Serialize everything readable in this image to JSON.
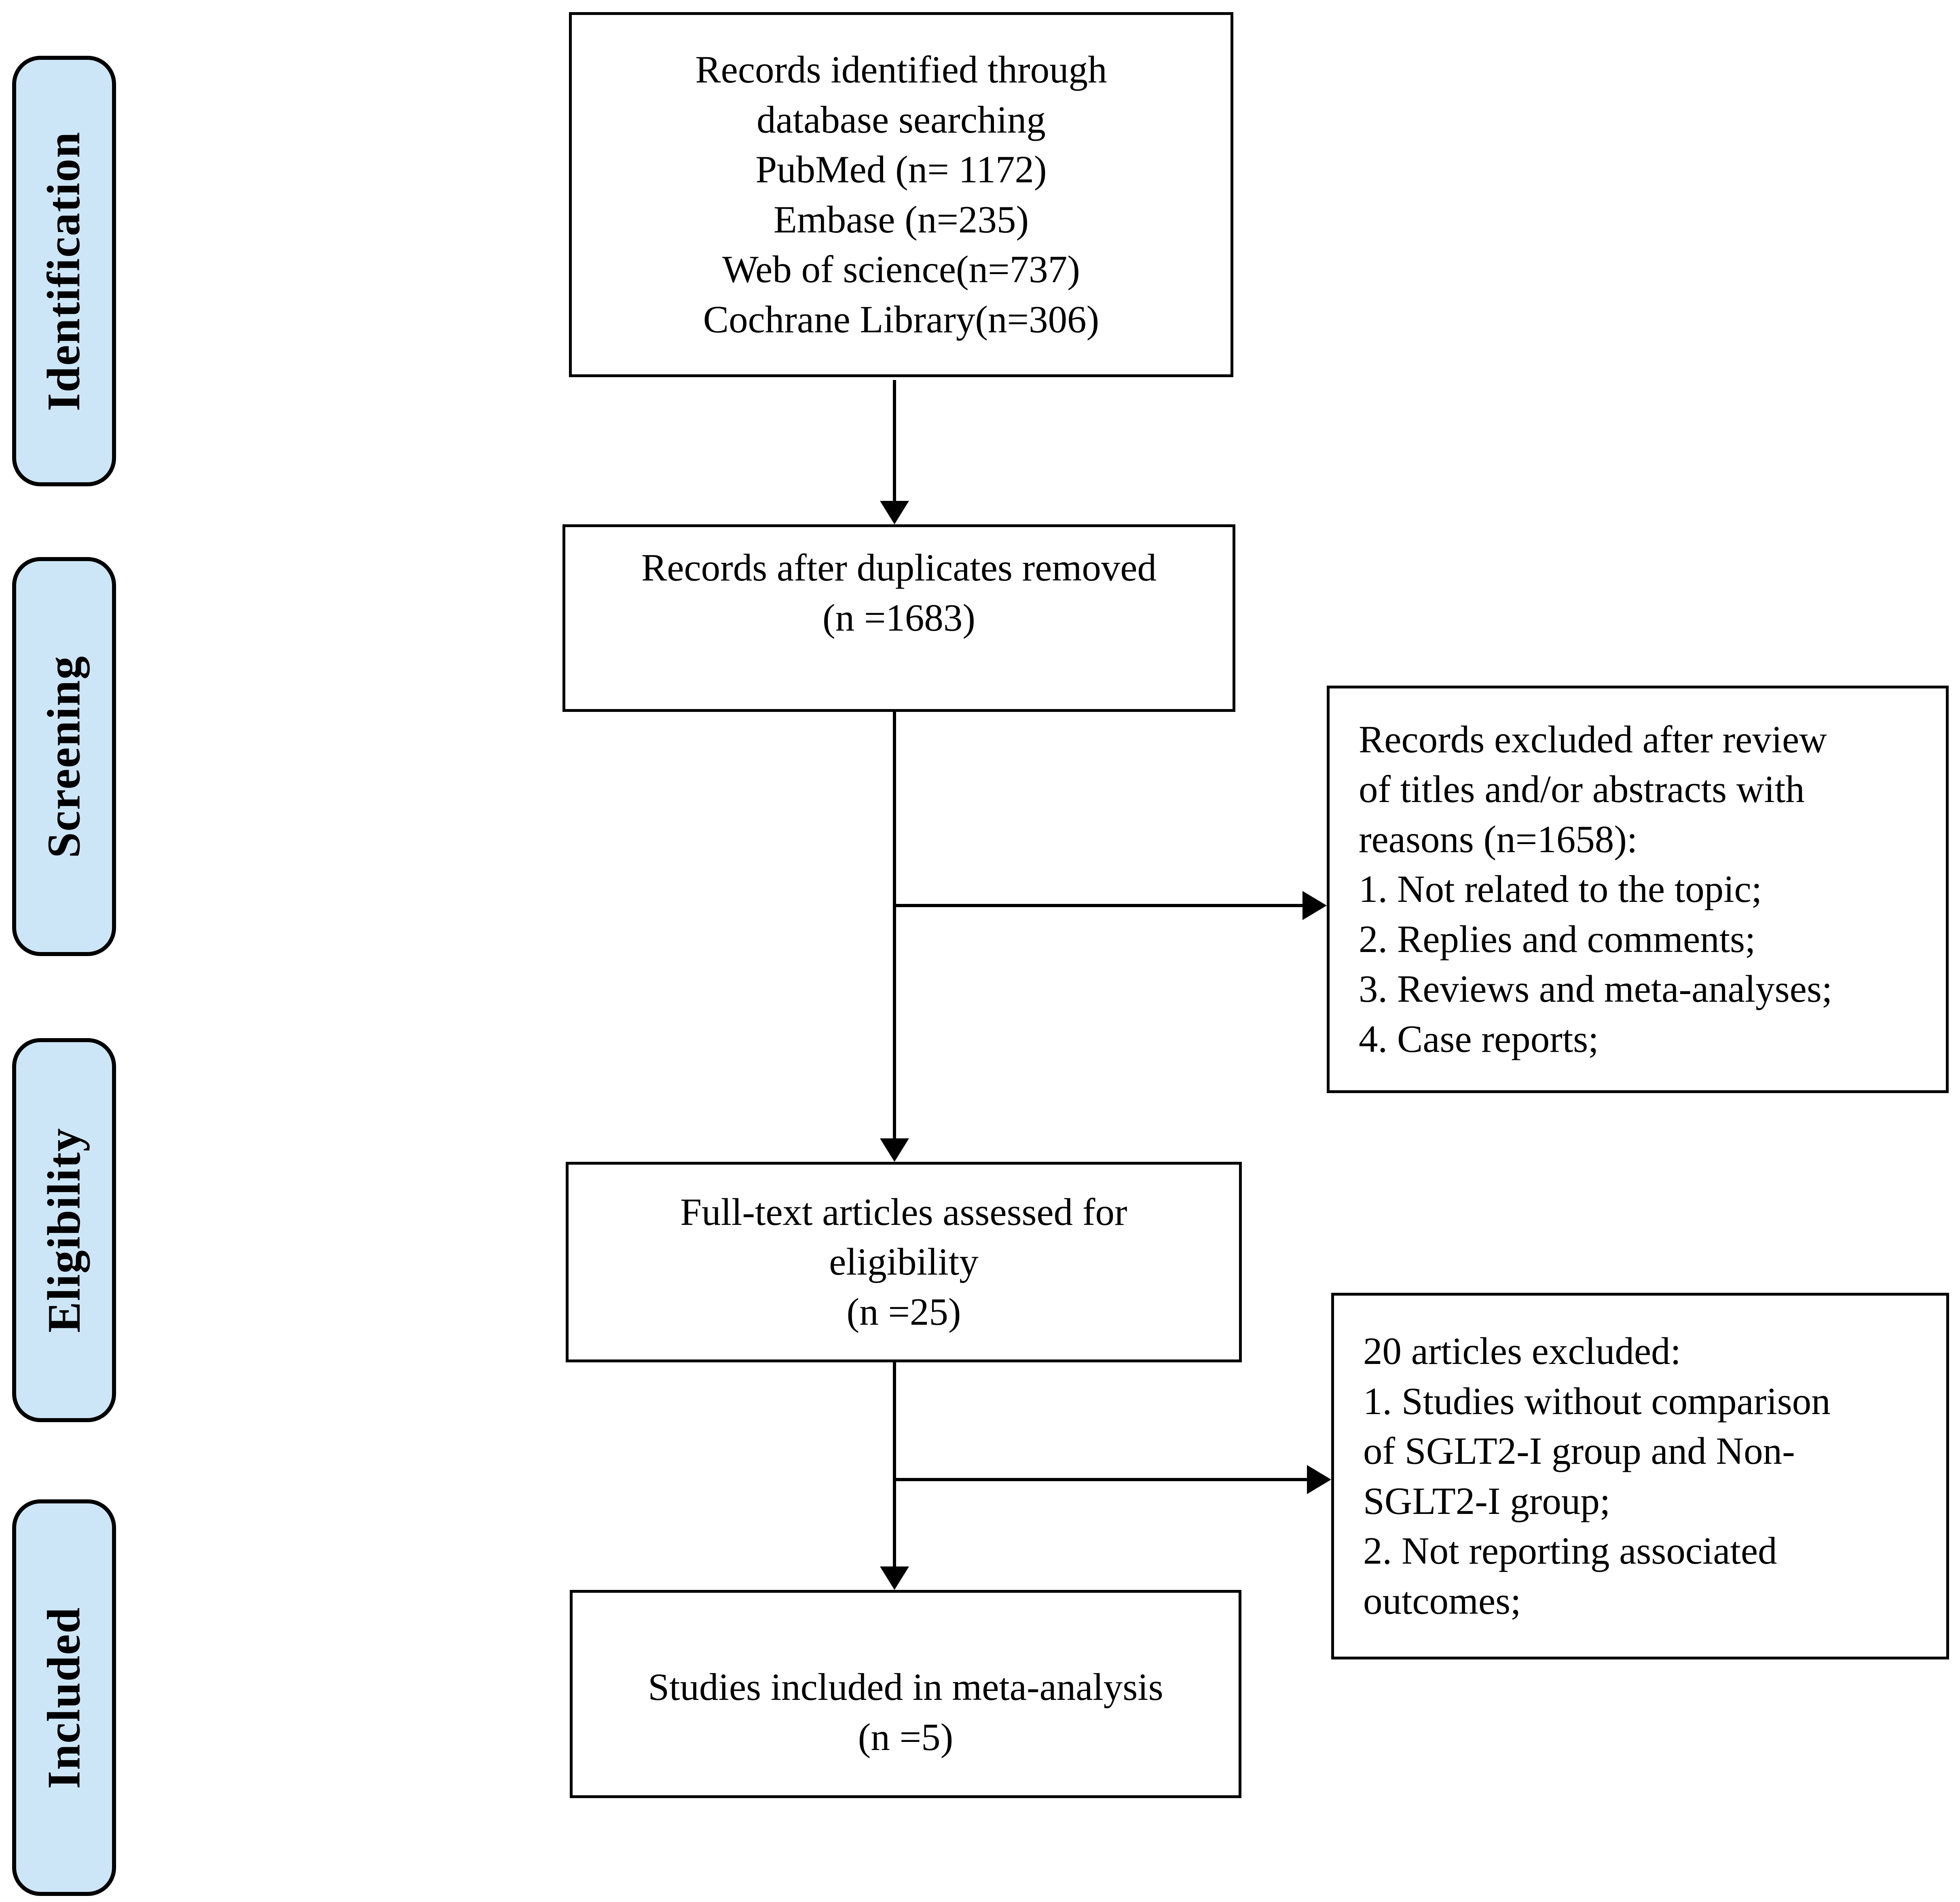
{
  "diagram": {
    "stages": [
      {
        "label": "Identification"
      },
      {
        "label": "Screening"
      },
      {
        "label": "Eligibility"
      },
      {
        "label": "Included"
      }
    ],
    "boxes": {
      "identified": "Records identified through\ndatabase searching\nPubMed (n= 1172)\nEmbase (n=235)\nWeb of science(n=737)\nCochrane Library(n=306)",
      "after_duplicates": "Records after duplicates removed\n(n =1683)",
      "excluded_screening": "Records excluded after review\nof titles and/or abstracts with\nreasons (n=1658):\n1. Not related to the topic;\n2. Replies and comments;\n3. Reviews and meta-analyses;\n4. Case reports;",
      "full_text": "Full-text articles assessed for\neligibility\n(n =25)",
      "excluded_fulltext": "20 articles excluded:\n1. Studies without comparison\nof SGLT2-I group and Non-\nSGLT2-I group;\n2. Not reporting associated\noutcomes;",
      "included_meta": "Studies included in meta-analysis\n(n =5)"
    },
    "colors": {
      "stage_fill": "#cde6f7",
      "stroke": "#000000",
      "box_fill": "#ffffff",
      "page_bg": "#ffffff"
    }
  }
}
